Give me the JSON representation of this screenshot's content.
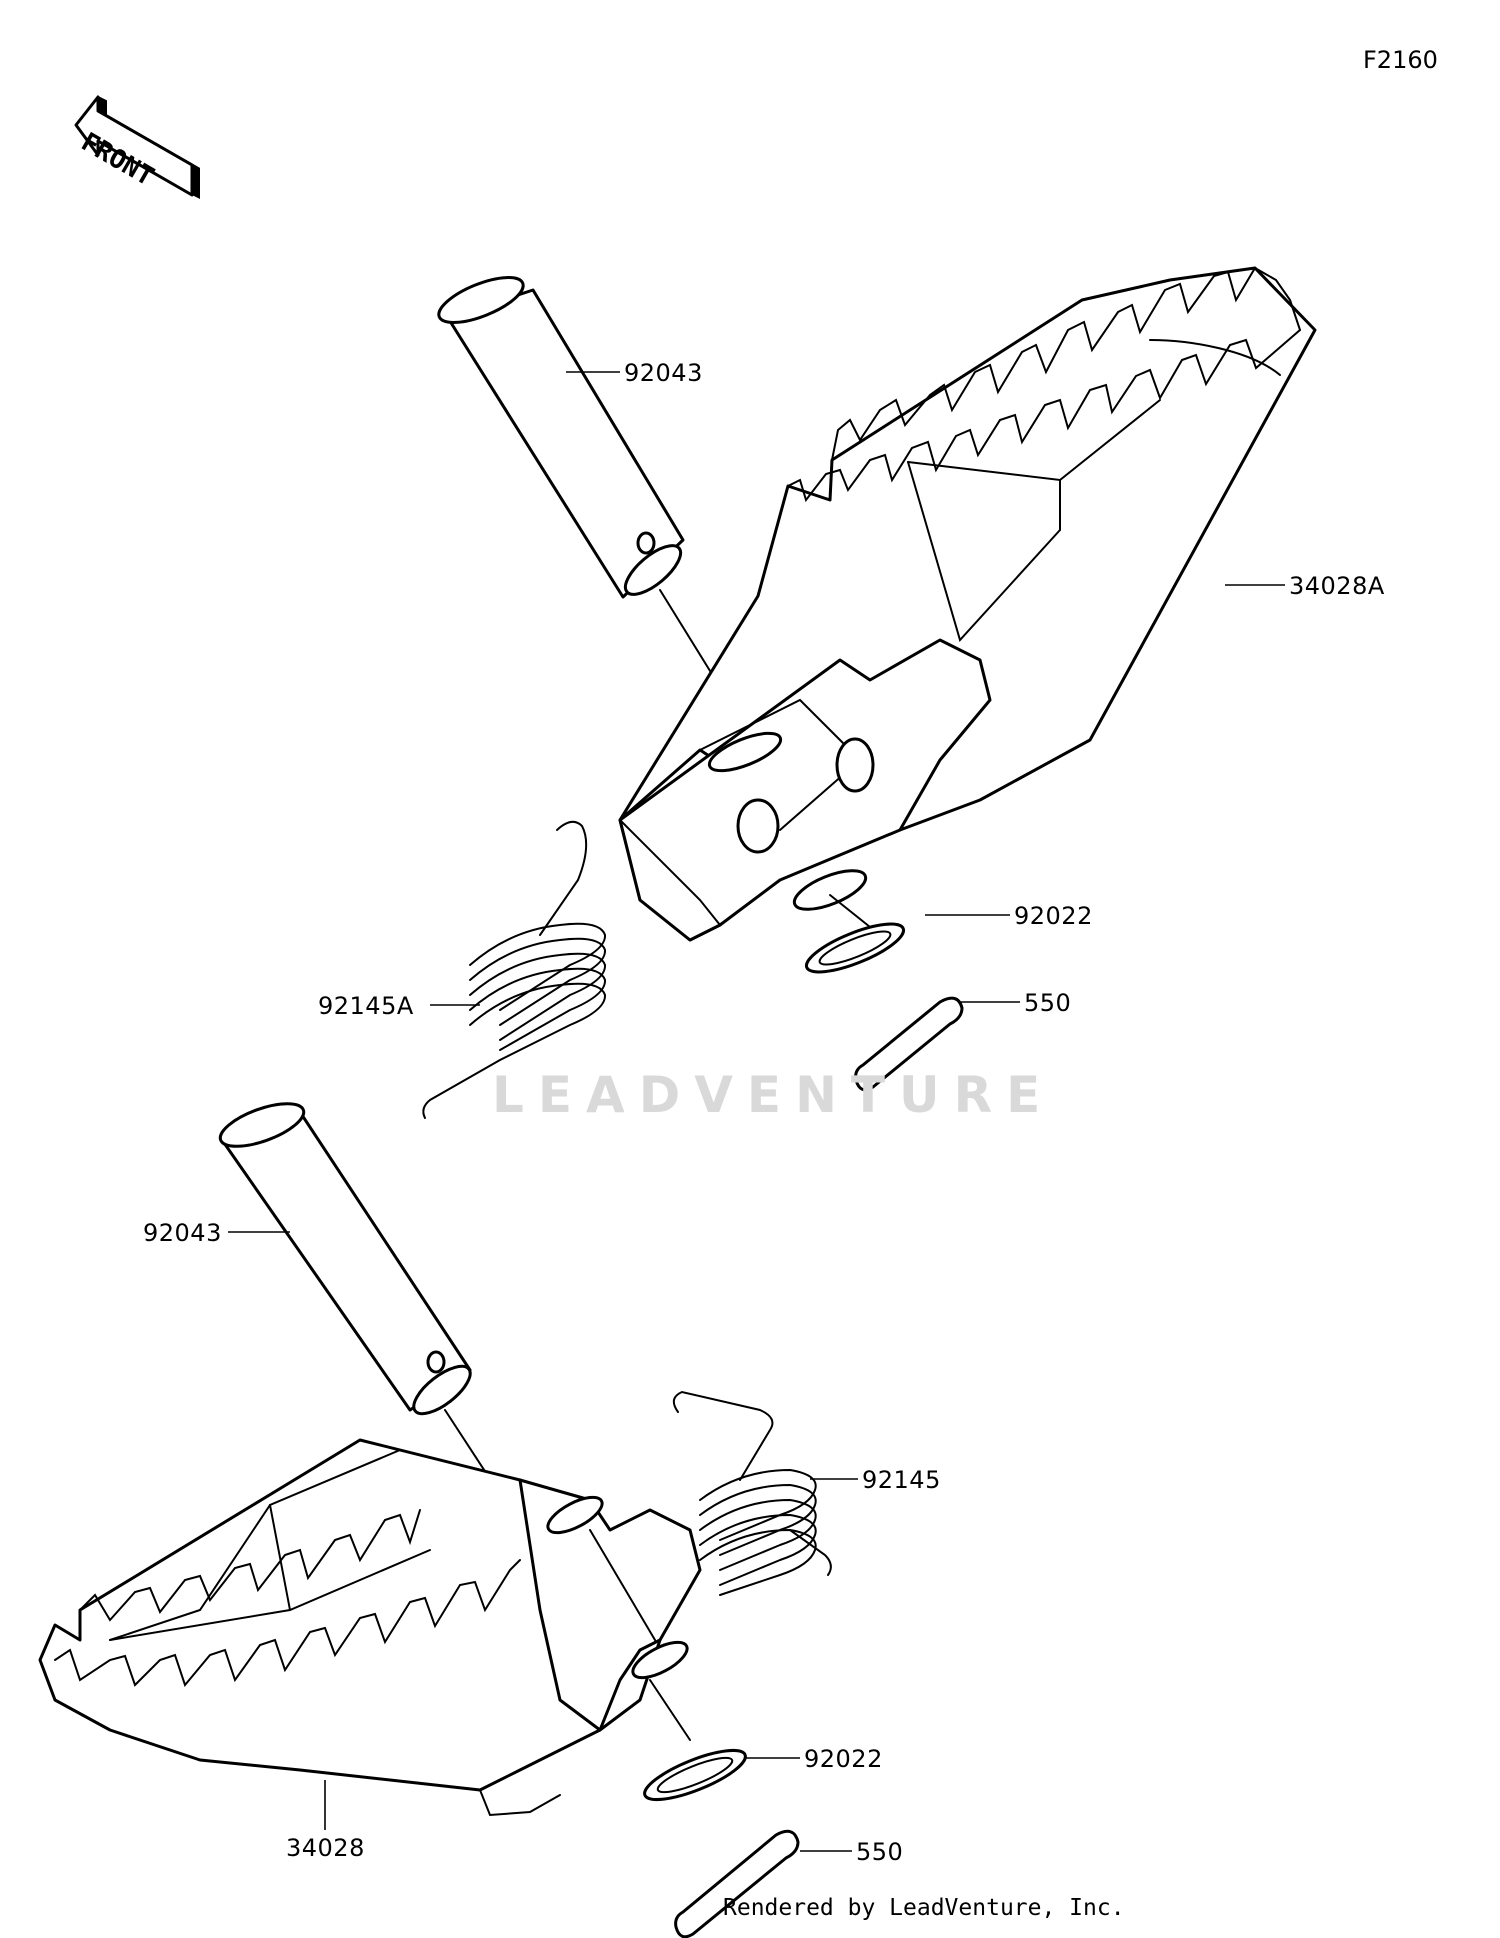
{
  "figure_code": "F2160",
  "front_indicator": "FRONT",
  "watermark": "LEADVENTURE",
  "credit": "Rendered by LeadVenture, Inc.",
  "callouts": [
    {
      "id": "pin-upper",
      "number": "92043"
    },
    {
      "id": "footpeg-upper",
      "number": "34028A"
    },
    {
      "id": "washer-upper",
      "number": "92022"
    },
    {
      "id": "cotter-upper",
      "number": "550"
    },
    {
      "id": "spring-upper",
      "number": "92145A"
    },
    {
      "id": "pin-lower",
      "number": "92043"
    },
    {
      "id": "spring-lower",
      "number": "92145"
    },
    {
      "id": "washer-lower",
      "number": "92022"
    },
    {
      "id": "cotter-lower",
      "number": "550"
    },
    {
      "id": "footpeg-lower",
      "number": "34028"
    }
  ]
}
